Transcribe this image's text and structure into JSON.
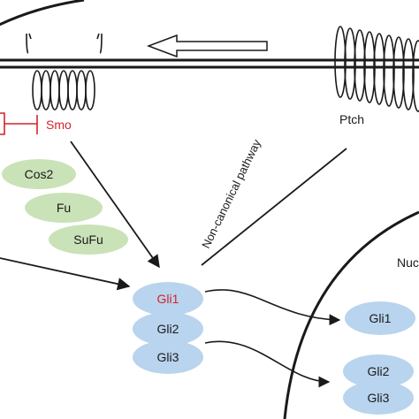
{
  "labels": {
    "smo": "Smo",
    "ptch": "Ptch",
    "cos2": "Cos2",
    "fu": "Fu",
    "sufu": "SuFu",
    "gli1": "Gli1",
    "gli2": "Gli2",
    "gli3": "Gli3",
    "non_canonical": "Non-canonical pathway",
    "nucleus_partial": "Nuc",
    "nuc_gli1": "Gli1",
    "nuc_gli2": "Gli2",
    "nuc_gli3": "Gli3"
  },
  "colors": {
    "green_ellipse": "#c9e2b7",
    "blue_ellipse": "#b8d4ee",
    "inhibition_red": "#d2232a",
    "line": "#1a1a1a"
  }
}
